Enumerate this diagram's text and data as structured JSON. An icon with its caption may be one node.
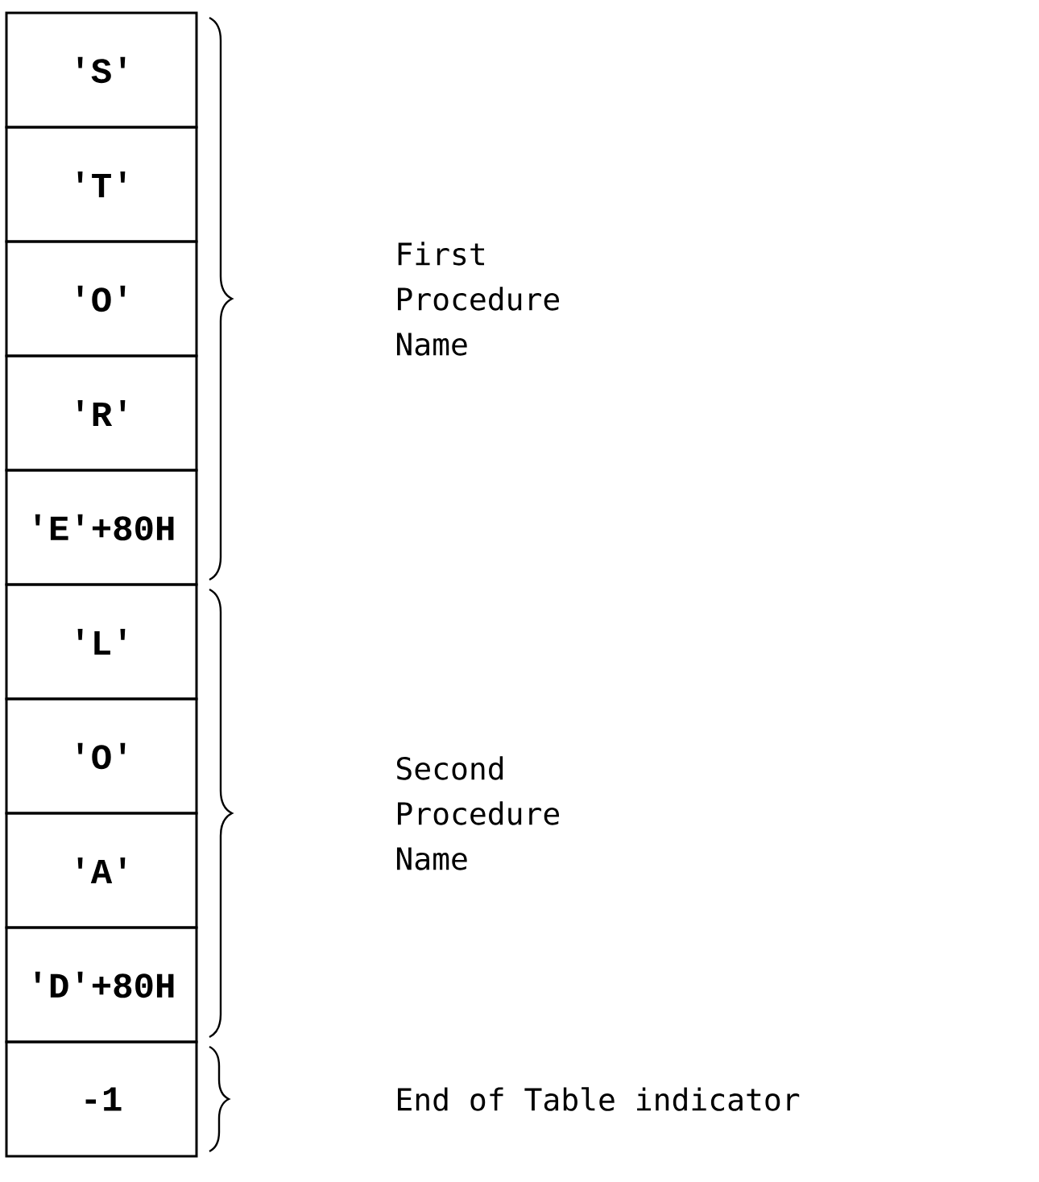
{
  "diagram": {
    "nodes": [
      {
        "text": [
          "'S'"
        ]
      },
      {
        "text": [
          "'T'"
        ]
      },
      {
        "text": [
          "'O'"
        ]
      },
      {
        "text": [
          "'R'"
        ]
      },
      {
        "text": [
          "'E'+80H"
        ]
      },
      {
        "text": [
          "'L'"
        ]
      },
      {
        "text": [
          "'O'"
        ]
      },
      {
        "text": [
          "'A'"
        ]
      },
      {
        "text": [
          "'D'+80H"
        ]
      },
      {
        "text": [
          "-1"
        ]
      }
    ],
    "labels": [
      "First Procedure Name",
      "Second Procedure Name",
      "End of Table indicator"
    ]
  }
}
